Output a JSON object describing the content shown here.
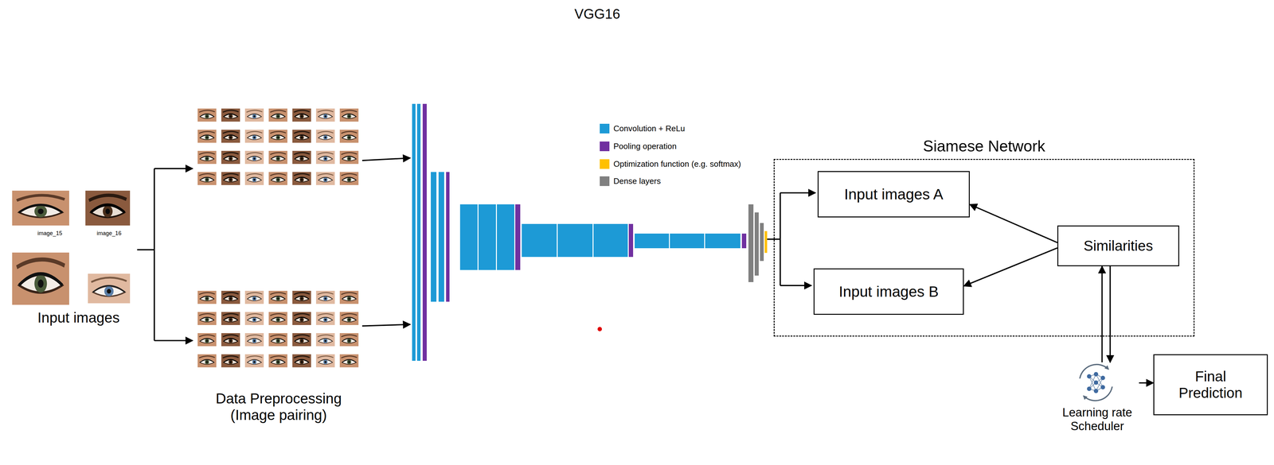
{
  "diagram": {
    "title": "VGG16",
    "nodes": [
      {
        "text": [
          "Siamese Network"
        ]
      },
      {
        "text": [
          "Input images A"
        ],
        "in": 0
      },
      {
        "text": [
          "Input images B"
        ],
        "in": 0
      },
      {
        "text": [
          "Similarities"
        ],
        "in": 0
      },
      {
        "text": [
          "Learning rate Scheduler"
        ]
      },
      {
        "text": [
          "Final Prediction"
        ]
      }
    ],
    "edges": [
      {
        "from": 3,
        "to": 1,
        "arrow": "to"
      },
      {
        "from": 3,
        "to": 2,
        "arrow": "to"
      },
      {
        "from": 3,
        "to": 4,
        "arrow": "both"
      },
      {
        "from": 4,
        "to": 5,
        "arrow": "to"
      }
    ],
    "labels": [
      "image_15",
      "image_16",
      "Input images",
      "Data Preprocessing (Image pairing)"
    ],
    "legend": [
      {
        "text": "Convolution + ReLu",
        "color": "#1d9ad6"
      },
      {
        "text": "Pooling operation",
        "color": "#7030a0"
      },
      {
        "text": "Optimization function (e.g. softmax)",
        "color": "#ffc000"
      },
      {
        "text": "Dense layers",
        "color": "#808080"
      }
    ]
  }
}
